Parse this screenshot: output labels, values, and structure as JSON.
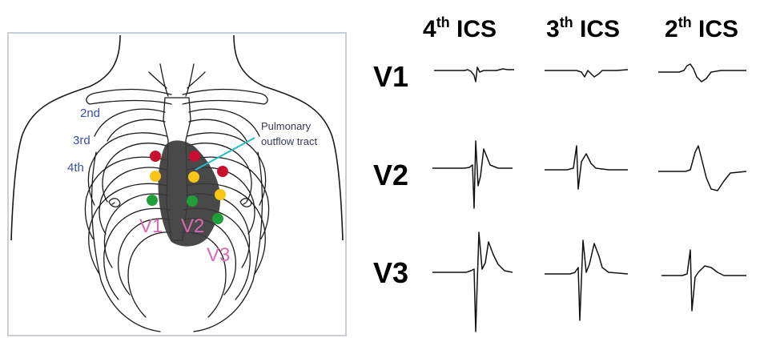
{
  "diagram": {
    "ics_labels": [
      "2nd",
      "3rd",
      "4th"
    ],
    "pulmonary_label": [
      "Pulmonary",
      "outflow tract"
    ],
    "position_labels": [
      "V1",
      "V2",
      "V3"
    ],
    "electrode_colors": {
      "red": "#c8102e",
      "yellow": "#f5c518",
      "green": "#1f9e3a",
      "heart": "#3a3a3a",
      "pointer": "#2ab7c8",
      "frame": "#c9cfd8"
    }
  },
  "ecg": {
    "column_headers": [
      {
        "base": "4",
        "sup": "th",
        "rest": " ICS"
      },
      {
        "base": "3",
        "sup": "th",
        "rest": " ICS"
      },
      {
        "base": "2",
        "sup": "th",
        "rest": " ICS"
      }
    ],
    "row_labels": [
      "V1",
      "V2",
      "V3"
    ]
  }
}
